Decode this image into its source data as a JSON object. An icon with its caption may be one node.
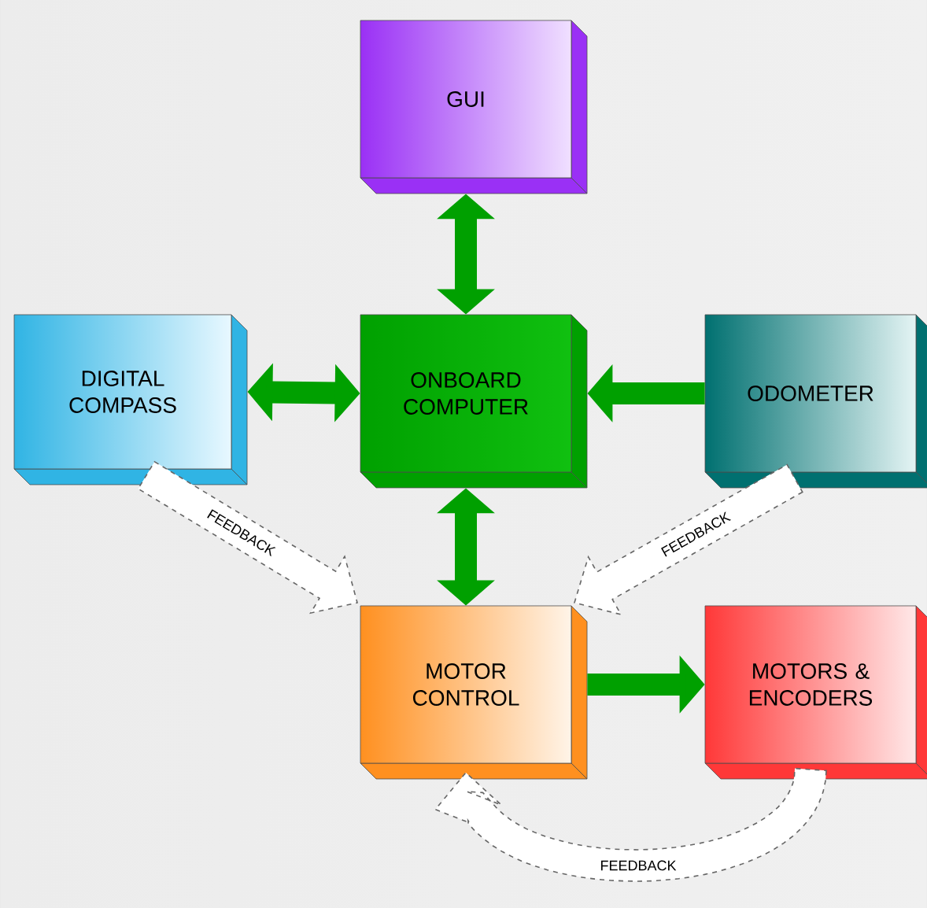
{
  "diagram": {
    "nodes": [
      {
        "text": [
          "GUI"
        ]
      },
      {
        "text": [
          "DIGITAL COMPASS"
        ]
      },
      {
        "text": [
          "ONBOARD COMPUTER"
        ]
      },
      {
        "text": [
          "ODOMETER"
        ]
      },
      {
        "text": [
          "MOTOR CONTROL"
        ]
      },
      {
        "text": [
          "MOTORS & ENCODERS"
        ]
      }
    ],
    "edges": [
      {
        "from": 0,
        "to": 2,
        "arrow": "both"
      },
      {
        "from": 1,
        "to": 2,
        "arrow": "both"
      },
      {
        "from": 3,
        "to": 2,
        "arrow": "to"
      },
      {
        "from": 2,
        "to": 4,
        "arrow": "both"
      },
      {
        "from": 4,
        "to": 5,
        "arrow": "to"
      },
      {
        "from": 1,
        "to": 4,
        "arrow": "to",
        "label": "FEEDBACK",
        "style": "dashed",
        "color": "#ffffff"
      },
      {
        "from": 3,
        "to": 4,
        "arrow": "to",
        "label": "FEEDBACK",
        "style": "dashed",
        "color": "#ffffff"
      },
      {
        "from": 5,
        "to": 4,
        "arrow": "to",
        "label": "FEEDBACK",
        "style": "dashed",
        "color": "#ffffff"
      }
    ]
  }
}
